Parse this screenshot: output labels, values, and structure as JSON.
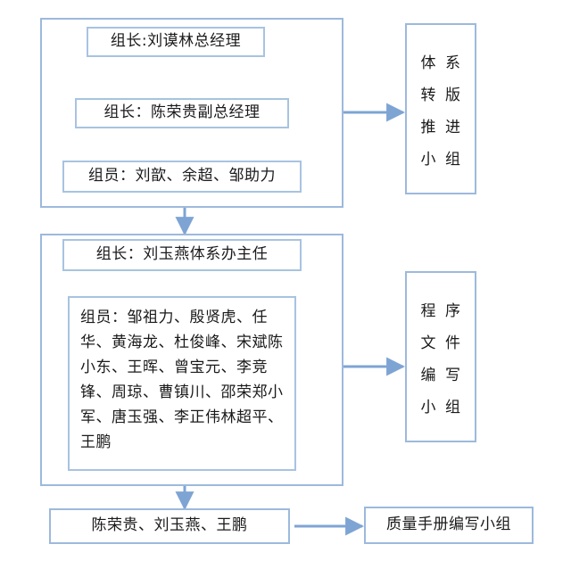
{
  "diagram": {
    "type": "org-chart",
    "title": "",
    "accent_color": "#9db9dc",
    "border_color": "#a8c3e0",
    "text_color": "#1a1a1a",
    "background": "#ffffff"
  },
  "group1": {
    "leader_primary": "组长:刘谟林总经理",
    "leader_secondary": "组长：陈荣贵副总经理",
    "members": "组员：刘歆、余超、邹助力",
    "label_chars_col1": [
      "体",
      "转",
      "推",
      "小"
    ],
    "label_chars_col2": [
      "系",
      "版",
      "进",
      "组"
    ],
    "label_full": "体系转版推进小组"
  },
  "group2": {
    "leader": "组长：刘玉燕体系办主任",
    "members": "组员：邹祖力、殷贤虎、任华、黄海龙、杜俊峰、宋斌陈小东、王晖、曾宝元、李竞锋、周琼、曹镇川、邵荣郑小军、唐玉强、李正伟林超平、王鹏",
    "label_chars_col1": [
      "程",
      "文",
      "编",
      "小"
    ],
    "label_chars_col2": [
      "序",
      "件",
      "写",
      "组"
    ],
    "label_full": "程序文件编写小组"
  },
  "group3": {
    "members": "陈荣贵、刘玉燕、王鹏",
    "label": "质量手册编写小组"
  }
}
